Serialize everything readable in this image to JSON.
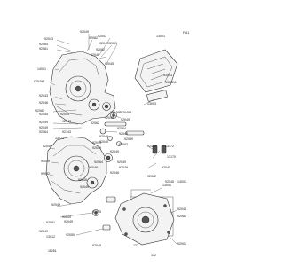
{
  "ref_code": "F/A1",
  "callouts": [
    "92043",
    "92049",
    "92082",
    "92064",
    "92081",
    "92043",
    "92049",
    "92046",
    "92049",
    "92045",
    "14001",
    "92049B",
    "92082",
    "92043",
    "92046",
    "92082",
    "92045",
    "92049",
    "92049",
    "92064",
    "92049",
    "92082",
    "92046B",
    "92143",
    "92143",
    "92049",
    "13271",
    "92049",
    "92045",
    "92049",
    "92064",
    "92049",
    "92049",
    "92082",
    "92049A",
    "92049",
    "92049",
    "92049",
    "92046",
    "92049",
    "92082",
    "92049",
    "92049",
    "92046",
    "92049",
    "92064",
    "92049",
    "92046",
    "92045",
    "92049",
    "13001",
    "13003",
    "13012A",
    "13003",
    "13172",
    "92173",
    "13170",
    "92045",
    "92049",
    "92045",
    "92049",
    "13001",
    "92082",
    "92045",
    "92050",
    "92045",
    "11261",
    "92081",
    "13012",
    "14001",
    "92045",
    "92082",
    "92001",
    "132",
    "132"
  ]
}
